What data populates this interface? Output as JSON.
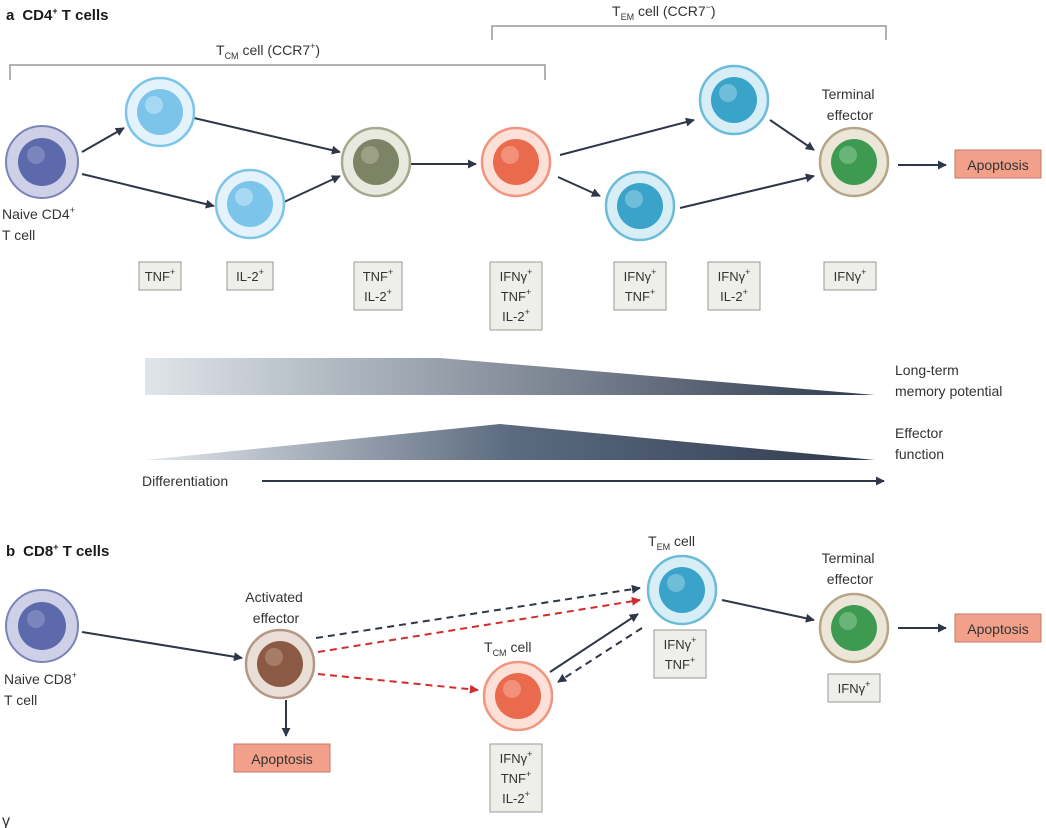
{
  "panel_a": {
    "letter": "a",
    "title": "CD4",
    "title_sup": "+",
    "title_rest": " T cells",
    "tcm_bracket": {
      "t": "T",
      "sub": "CM",
      "rest": " cell (CCR7",
      "sup": "+",
      "close": ")"
    },
    "tem_bracket": {
      "t": "T",
      "sub": "EM",
      "rest": " cell (CCR7",
      "sup": "−",
      "close": ")"
    },
    "naive_label": {
      "line1": "Naive CD4",
      "line1_sup": "+",
      "line2": "T cell"
    },
    "terminal_label": {
      "line1": "Terminal",
      "line2": "effector"
    },
    "apoptosis": "Apoptosis",
    "cytokine_boxes": [
      [
        {
          "t": "TNF",
          "s": "+"
        }
      ],
      [
        {
          "t": "IL-2",
          "s": "+"
        }
      ],
      [
        {
          "t": "TNF",
          "s": "+"
        },
        {
          "t": "IL-2",
          "s": "+"
        }
      ],
      [
        {
          "t": "IFNγ",
          "s": "+"
        },
        {
          "t": "TNF",
          "s": "+"
        },
        {
          "t": "IL-2",
          "s": "+"
        }
      ],
      [
        {
          "t": "IFNγ",
          "s": "+"
        },
        {
          "t": "TNF",
          "s": "+"
        }
      ],
      [
        {
          "t": "IFNγ",
          "s": "+"
        },
        {
          "t": "IL-2",
          "s": "+"
        }
      ],
      [
        {
          "t": "IFNγ",
          "s": "+"
        }
      ]
    ],
    "memory_label": {
      "line1": "Long-term",
      "line2": "memory potential"
    },
    "effector_label": {
      "line1": "Effector",
      "line2": "function"
    },
    "differentiation": "Differentiation"
  },
  "panel_b": {
    "letter": "b",
    "title": "CD8",
    "title_sup": "+",
    "title_rest": " T cells",
    "naive_label": {
      "line1": "Naive CD8",
      "line1_sup": "+",
      "line2": "T cell"
    },
    "activated_label": {
      "line1": "Activated",
      "line2": "effector"
    },
    "tcm_label": {
      "t": "T",
      "sub": "CM",
      "rest": " cell"
    },
    "tem_label": {
      "t": "T",
      "sub": "EM",
      "rest": " cell"
    },
    "terminal_label": {
      "line1": "Terminal",
      "line2": "effector"
    },
    "apoptosis_right": "Apoptosis",
    "apoptosis_bottom": "Apoptosis",
    "tem_box": [
      {
        "t": "IFNγ",
        "s": "+"
      },
      {
        "t": "TNF",
        "s": "+"
      }
    ],
    "terminal_box": [
      {
        "t": "IFNγ",
        "s": "+"
      }
    ],
    "tcm_box": [
      {
        "t": "IFNγ",
        "s": "+"
      },
      {
        "t": "TNF",
        "s": "+"
      },
      {
        "t": "IL-2",
        "s": "+"
      }
    ]
  },
  "colors": {
    "naive": "#5c6aab",
    "light_blue": "#7cc4ea",
    "olive": "#7d8466",
    "orange": "#ea6a4e",
    "teal": "#3aa3c9",
    "green": "#3d9a50",
    "brown": "#8a5a44",
    "apoptosis_fill": "#f2a08a",
    "box_fill": "#eeeeea",
    "arrow": "#2e3748",
    "red_dash": "#d22d2d"
  }
}
